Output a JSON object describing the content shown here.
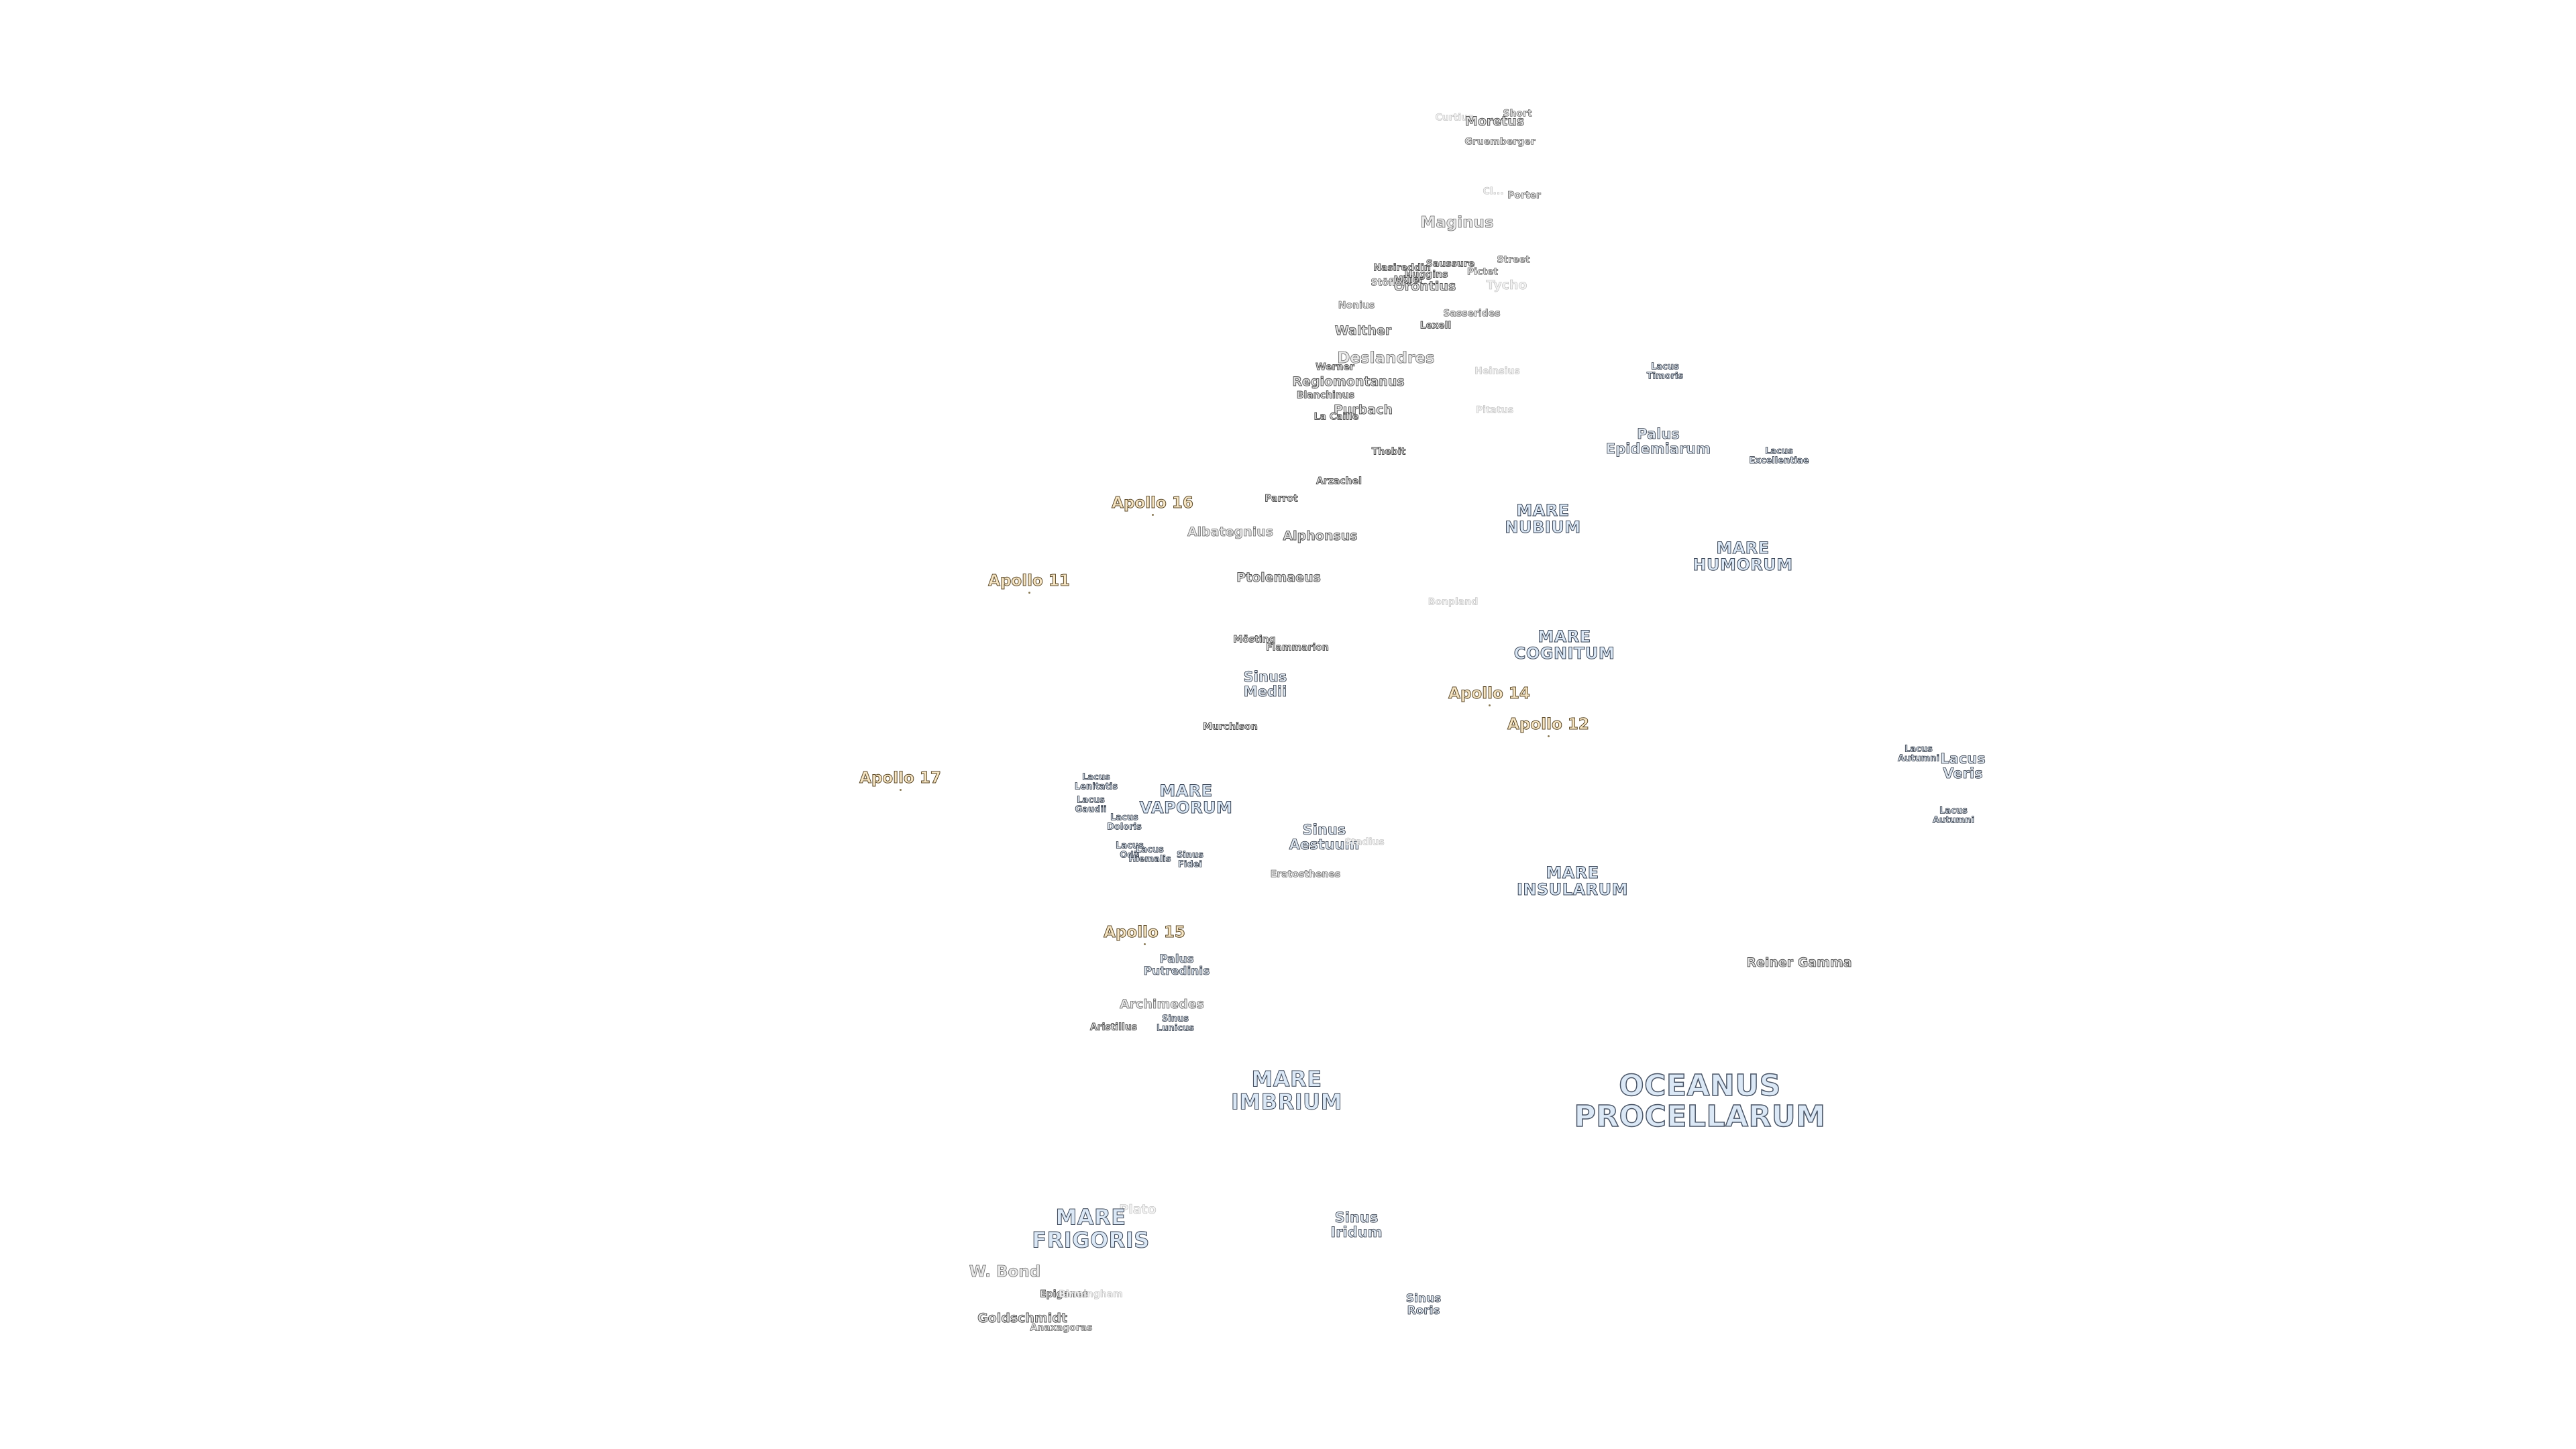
{
  "labels": [
    {
      "id": "curtius",
      "text": [
        "Curtius"
      ],
      "cls": "crater sm faint"
    },
    {
      "id": "short",
      "text": [
        "Short"
      ],
      "cls": "crater sm"
    },
    {
      "id": "moretus",
      "text": [
        "Moretus"
      ],
      "cls": "crater md dark"
    },
    {
      "id": "gruemberger",
      "text": [
        "Gruemberger"
      ],
      "cls": "crater sm"
    },
    {
      "id": "cl-faint",
      "text": [
        "Cl..."
      ],
      "cls": "crater sm faint"
    },
    {
      "id": "porter",
      "text": [
        "Porter"
      ],
      "cls": "crater sm"
    },
    {
      "id": "maginus",
      "text": [
        "Maginus"
      ],
      "cls": "crater lg"
    },
    {
      "id": "nasireddin",
      "text": [
        "Nasireddin"
      ],
      "cls": "crater sm dark"
    },
    {
      "id": "saussure",
      "text": [
        "Saussure"
      ],
      "cls": "crater sm dark"
    },
    {
      "id": "miller",
      "text": [
        "Miller"
      ],
      "cls": "crater sm dark"
    },
    {
      "id": "huggins",
      "text": [
        "Huggins"
      ],
      "cls": "crater sm dark"
    },
    {
      "id": "street",
      "text": [
        "Street"
      ],
      "cls": "crater sm"
    },
    {
      "id": "pictet",
      "text": [
        "Pictet"
      ],
      "cls": "crater sm"
    },
    {
      "id": "orontius",
      "text": [
        "Orontius"
      ],
      "cls": "crater md dark"
    },
    {
      "id": "tycho",
      "text": [
        "Tycho"
      ],
      "cls": "crater md faint"
    },
    {
      "id": "stoefler",
      "text": [
        "Stöfler"
      ],
      "cls": "crater sm"
    },
    {
      "id": "nonius",
      "text": [
        "Nonius"
      ],
      "cls": "crater sm"
    },
    {
      "id": "sasserides",
      "text": [
        "Sasserides"
      ],
      "cls": "crater sm"
    },
    {
      "id": "lexell",
      "text": [
        "Lexell"
      ],
      "cls": "crater sm dark"
    },
    {
      "id": "walther",
      "text": [
        "Walther"
      ],
      "cls": "crater md dark"
    },
    {
      "id": "deslandres",
      "text": [
        "Deslandres"
      ],
      "cls": "crater lg"
    },
    {
      "id": "werner",
      "text": [
        "Werner"
      ],
      "cls": "crater sm dark"
    },
    {
      "id": "lacus-timoris",
      "text": [
        "Lacus",
        "Timoris"
      ],
      "cls": "small-sea tiny"
    },
    {
      "id": "regiomontanus",
      "text": [
        "Regiomontanus"
      ],
      "cls": "crater md dark"
    },
    {
      "id": "heinsius",
      "text": [
        "Heinsius"
      ],
      "cls": "crater sm faint"
    },
    {
      "id": "blanchinus",
      "text": [
        "Blanchinus"
      ],
      "cls": "crater sm dark"
    },
    {
      "id": "purbach",
      "text": [
        "Purbach"
      ],
      "cls": "crater md dark"
    },
    {
      "id": "la-caille",
      "text": [
        "La Caille"
      ],
      "cls": "crater sm dark"
    },
    {
      "id": "pitatus",
      "text": [
        "Pitatus"
      ],
      "cls": "crater sm faint"
    },
    {
      "id": "palus-epidemiarum",
      "text": [
        "Palus",
        "Epidemiarum"
      ],
      "cls": "small-sea mid"
    },
    {
      "id": "thebit",
      "text": [
        "Thebit"
      ],
      "cls": "crater sm dark"
    },
    {
      "id": "lacus-excellentiae",
      "text": [
        "Lacus",
        "Excellentiae"
      ],
      "cls": "small-sea tiny"
    },
    {
      "id": "arzachel",
      "text": [
        "Arzachel"
      ],
      "cls": "crater sm dark"
    },
    {
      "id": "parrot",
      "text": [
        "Parrot"
      ],
      "cls": "crater sm dark"
    },
    {
      "id": "mare-nubium",
      "text": [
        "MARE",
        "NUBIUM"
      ],
      "cls": "sea md"
    },
    {
      "id": "albategnius",
      "text": [
        "Albategnius"
      ],
      "cls": "crater md"
    },
    {
      "id": "alphonsus",
      "text": [
        "Alphonsus"
      ],
      "cls": "crater md dark"
    },
    {
      "id": "mare-humorum",
      "text": [
        "MARE",
        "HUMORUM"
      ],
      "cls": "sea md"
    },
    {
      "id": "ptolemaeus",
      "text": [
        "Ptolemaeus"
      ],
      "cls": "crater md dark"
    },
    {
      "id": "bonpland",
      "text": [
        "Bonpland"
      ],
      "cls": "crater sm faint"
    },
    {
      "id": "mare-cognitum",
      "text": [
        "MARE",
        "COGNITUM"
      ],
      "cls": "sea md"
    },
    {
      "id": "mosting",
      "text": [
        "Mösting"
      ],
      "cls": "crater sm dark"
    },
    {
      "id": "flammarion",
      "text": [
        "Flammarion"
      ],
      "cls": "crater sm dark"
    },
    {
      "id": "sinus-medii",
      "text": [
        "Sinus",
        "Medii"
      ],
      "cls": "small-sea mid"
    },
    {
      "id": "murchison",
      "text": [
        "Murchison"
      ],
      "cls": "crater sm dark"
    },
    {
      "id": "lacus-autumni",
      "text": [
        "Lacus",
        "Autumni"
      ],
      "cls": "small-sea tiny"
    },
    {
      "id": "lacus-veris",
      "text": [
        "Lacus",
        "Veris"
      ],
      "cls": "small-sea mid"
    },
    {
      "id": "lacus-lenitatis",
      "text": [
        "Lacus",
        "Lenitatis"
      ],
      "cls": "small-sea tiny faint"
    },
    {
      "id": "mare-vaporum",
      "text": [
        "MARE",
        "VAPORUM"
      ],
      "cls": "sea md"
    },
    {
      "id": "lacus-gaudii",
      "text": [
        "Lacus",
        "Gaudii"
      ],
      "cls": "small-sea tiny faint"
    },
    {
      "id": "lacus-doloris",
      "text": [
        "Lacus",
        "Doloris"
      ],
      "cls": "small-sea tiny"
    },
    {
      "id": "lacus-autumni-2",
      "text": [
        "Lacus",
        "Autumni"
      ],
      "cls": "small-sea tiny"
    },
    {
      "id": "sinus-aestuum",
      "text": [
        "Sinus",
        "Aestuum"
      ],
      "cls": "small-sea mid"
    },
    {
      "id": "stadius",
      "text": [
        "Stadius"
      ],
      "cls": "crater sm faint"
    },
    {
      "id": "lacus-odii",
      "text": [
        "Lacus",
        "Odii"
      ],
      "cls": "small-sea tiny"
    },
    {
      "id": "lacus-hiemalis",
      "text": [
        "Lacus",
        "Hiemalis"
      ],
      "cls": "small-sea tiny"
    },
    {
      "id": "sinus-fidei",
      "text": [
        "Sinus",
        "Fidei"
      ],
      "cls": "small-sea tiny"
    },
    {
      "id": "eratosthenes",
      "text": [
        "Eratosthenes"
      ],
      "cls": "crater sm"
    },
    {
      "id": "mare-insularum",
      "text": [
        "MARE",
        "INSULARUM"
      ],
      "cls": "sea md"
    },
    {
      "id": "reiner-gamma",
      "text": [
        "Reiner Gamma"
      ],
      "cls": "crater md dark"
    },
    {
      "id": "palus-putredinis",
      "text": [
        "Palus",
        "Putredinis"
      ],
      "cls": "small-sea"
    },
    {
      "id": "archimedes",
      "text": [
        "Archimedes"
      ],
      "cls": "crater md"
    },
    {
      "id": "sinus-lunicus",
      "text": [
        "Sinus",
        "Lunicus"
      ],
      "cls": "small-sea tiny"
    },
    {
      "id": "aristillus",
      "text": [
        "Aristillus"
      ],
      "cls": "crater sm dark"
    },
    {
      "id": "mare-imbrium",
      "text": [
        "MARE",
        "IMBRIUM"
      ],
      "cls": "sea lg"
    },
    {
      "id": "oceanus-procellarum",
      "text": [
        "OCEANUS",
        "PROCELLARUM"
      ],
      "cls": "sea xl"
    },
    {
      "id": "plato",
      "text": [
        "Plato"
      ],
      "cls": "crater md faint"
    },
    {
      "id": "mare-frigoris",
      "text": [
        "MARE",
        "FRIGORIS"
      ],
      "cls": "sea lg"
    },
    {
      "id": "sinus-iridum",
      "text": [
        "Sinus",
        "Iridum"
      ],
      "cls": "small-sea mid"
    },
    {
      "id": "w-bond",
      "text": [
        "W. Bond"
      ],
      "cls": "crater lg"
    },
    {
      "id": "epigenes",
      "text": [
        "Epigenes"
      ],
      "cls": "crater sm dark"
    },
    {
      "id": "birmingham",
      "text": [
        "Birmingham"
      ],
      "cls": "crater sm faint"
    },
    {
      "id": "sinus-roris",
      "text": [
        "Sinus",
        "Roris"
      ],
      "cls": "small-sea"
    },
    {
      "id": "goldschmidt",
      "text": [
        "Goldschmidt"
      ],
      "cls": "crater md dark"
    },
    {
      "id": "anaxagoras",
      "text": [
        "Anaxagoras"
      ],
      "cls": "crater sm"
    }
  ],
  "apollo_sites": [
    {
      "id": "apollo-16",
      "text": "Apollo 16"
    },
    {
      "id": "apollo-11",
      "text": "Apollo 11"
    },
    {
      "id": "apollo-14",
      "text": "Apollo 14"
    },
    {
      "id": "apollo-12",
      "text": "Apollo 12"
    },
    {
      "id": "apollo-17",
      "text": "Apollo 17"
    },
    {
      "id": "apollo-15",
      "text": "Apollo 15"
    }
  ]
}
